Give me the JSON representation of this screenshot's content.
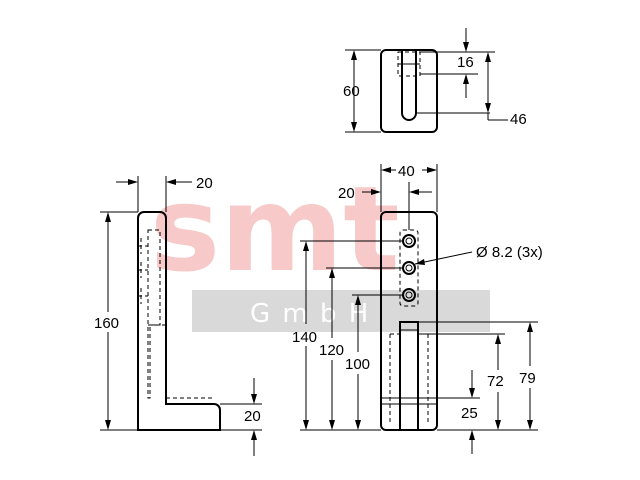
{
  "watermark": {
    "brand": "smt",
    "sub": "G m b H",
    "brand_color": "#f7c9c9",
    "band_color": "#d9d9d9"
  },
  "dimensions": {
    "top_slot_width": "16",
    "top_height": "60",
    "top_slot_depth": "46",
    "front_width": "40",
    "front_hole_offset": "20",
    "side_thickness": "20",
    "side_height": "160",
    "side_foot_height": "20",
    "hole_label": "Ø 8.2 (3x)",
    "hole1": "140",
    "hole2": "120",
    "hole3": "100",
    "slot_top": "79",
    "slot_mid": "72",
    "slot_bottom": "25"
  }
}
